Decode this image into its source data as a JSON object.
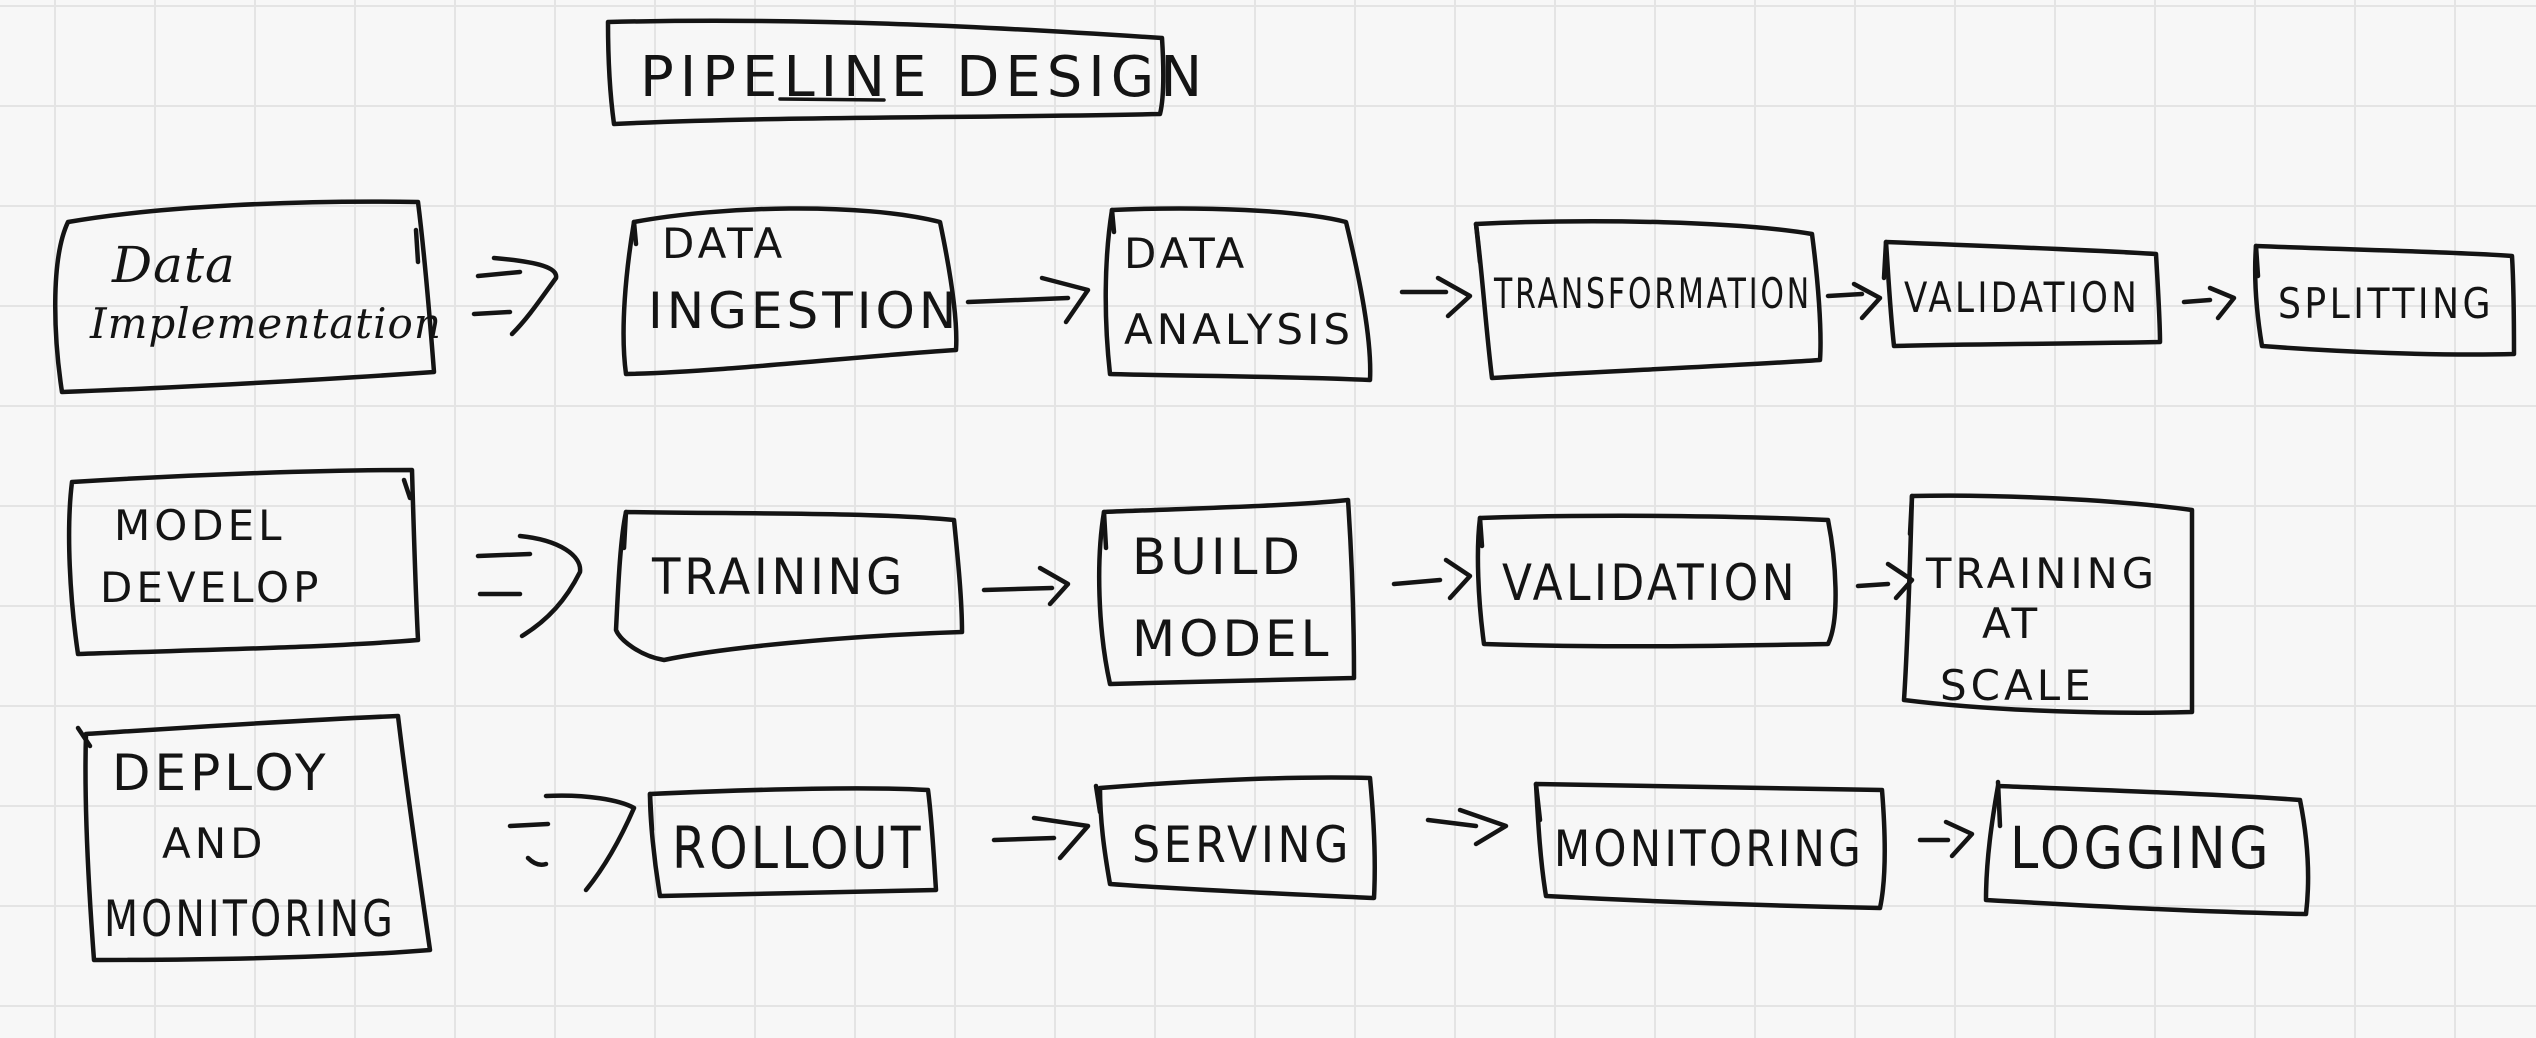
{
  "title": "PIPELINE DESIGN",
  "rows": [
    {
      "id": "data",
      "stage_lines": [
        "Data",
        "Implementation"
      ],
      "steps": [
        {
          "lines": [
            "DATA",
            "INGESTION"
          ]
        },
        {
          "lines": [
            "DATA",
            "ANALYSIS"
          ]
        },
        {
          "lines": [
            "TRANSFORMATION"
          ]
        },
        {
          "lines": [
            "VALIDATION"
          ]
        },
        {
          "lines": [
            "SPLITTING"
          ]
        }
      ]
    },
    {
      "id": "model",
      "stage_lines": [
        "MODEL",
        "DEVELOP"
      ],
      "steps": [
        {
          "lines": [
            "TRAINING"
          ]
        },
        {
          "lines": [
            "BUILD",
            "MODEL"
          ]
        },
        {
          "lines": [
            "VALIDATION"
          ]
        },
        {
          "lines": [
            "TRAINING",
            "AT",
            "SCALE"
          ]
        }
      ]
    },
    {
      "id": "deploy",
      "stage_lines": [
        "DEPLOY",
        "AND",
        "MONITORING"
      ],
      "steps": [
        {
          "lines": [
            "ROLLOUT"
          ]
        },
        {
          "lines": [
            "SERVING"
          ]
        },
        {
          "lines": [
            "MONITORING"
          ]
        },
        {
          "lines": [
            "LOGGING"
          ]
        }
      ]
    }
  ]
}
